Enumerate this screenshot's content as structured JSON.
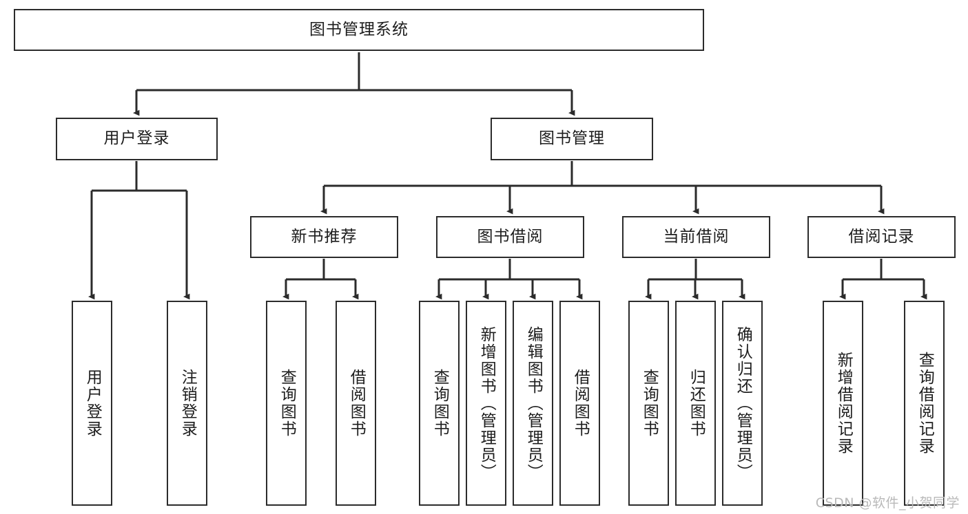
{
  "diagram": {
    "title": "图书管理系统",
    "watermark": "CSDN @软件_小贺同学",
    "accent_color": "#2b2b2b",
    "background_color": "#ffffff",
    "text_color": "#1d1d1d",
    "watermark_color": "#b9b9b9"
  },
  "nodes": {
    "root": {
      "label": "图书管理系统"
    },
    "level2": [
      {
        "id": "user-login",
        "label": "用户登录"
      },
      {
        "id": "book-manage",
        "label": "图书管理"
      }
    ],
    "level3": [
      {
        "id": "new-book-recommend",
        "label": "新书推荐"
      },
      {
        "id": "book-borrow",
        "label": "图书借阅"
      },
      {
        "id": "current-borrow",
        "label": "当前借阅"
      },
      {
        "id": "borrow-record",
        "label": "借阅记录"
      }
    ],
    "leaves": [
      {
        "id": "leaf-user-login",
        "label": "用户登录",
        "parent": "user-login"
      },
      {
        "id": "leaf-logout-login",
        "label": "注销登录",
        "parent": "user-login"
      },
      {
        "id": "leaf-query-book-1",
        "label": "查询图书",
        "parent": "new-book-recommend"
      },
      {
        "id": "leaf-borrow-book-1",
        "label": "借阅图书",
        "parent": "new-book-recommend"
      },
      {
        "id": "leaf-query-book-2",
        "label": "查询图书",
        "parent": "book-borrow"
      },
      {
        "id": "leaf-add-book-admin",
        "label": "新增图书（管理员）",
        "parent": "book-borrow"
      },
      {
        "id": "leaf-edit-book-admin",
        "label": "编辑图书（管理员）",
        "parent": "book-borrow"
      },
      {
        "id": "leaf-borrow-book-2",
        "label": "借阅图书",
        "parent": "book-borrow"
      },
      {
        "id": "leaf-query-book-3",
        "label": "查询图书",
        "parent": "current-borrow"
      },
      {
        "id": "leaf-return-book",
        "label": "归还图书",
        "parent": "current-borrow"
      },
      {
        "id": "leaf-confirm-return-admin",
        "label": "确认归还（管理员）",
        "parent": "current-borrow"
      },
      {
        "id": "leaf-add-borrow-record",
        "label": "新增借阅记录",
        "parent": "borrow-record"
      },
      {
        "id": "leaf-query-borrow-record",
        "label": "查询借阅记录",
        "parent": "borrow-record"
      }
    ]
  },
  "chart_data": {
    "type": "diagram",
    "subtype": "tree-hierarchy",
    "title": "图书管理系统",
    "orientation": "top-down",
    "levels": 4,
    "tree": {
      "label": "图书管理系统",
      "children": [
        {
          "label": "用户登录",
          "children": [
            {
              "label": "用户登录"
            },
            {
              "label": "注销登录"
            }
          ]
        },
        {
          "label": "图书管理",
          "children": [
            {
              "label": "新书推荐",
              "children": [
                {
                  "label": "查询图书"
                },
                {
                  "label": "借阅图书"
                }
              ]
            },
            {
              "label": "图书借阅",
              "children": [
                {
                  "label": "查询图书"
                },
                {
                  "label": "新增图书（管理员）"
                },
                {
                  "label": "编辑图书（管理员）"
                },
                {
                  "label": "借阅图书"
                }
              ]
            },
            {
              "label": "当前借阅",
              "children": [
                {
                  "label": "查询图书"
                },
                {
                  "label": "归还图书"
                },
                {
                  "label": "确认归还（管理员）"
                }
              ]
            },
            {
              "label": "借阅记录",
              "children": [
                {
                  "label": "新增借阅记录"
                },
                {
                  "label": "查询借阅记录"
                }
              ]
            }
          ]
        }
      ]
    }
  }
}
